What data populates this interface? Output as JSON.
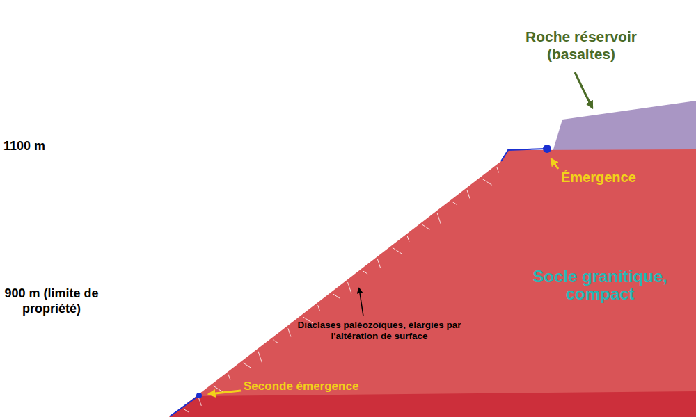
{
  "diagram": {
    "nodes": [
      {
        "text": [
          "Socle granitique, compact"
        ]
      }
    ],
    "labels": [
      "Roche réservoir (basaltes)",
      "1100 m",
      "Émergence",
      "900 m (limite de propriété)",
      "Diaclases paléozoïques, élargies par l'altération de surface",
      "Seconde émergence"
    ]
  }
}
